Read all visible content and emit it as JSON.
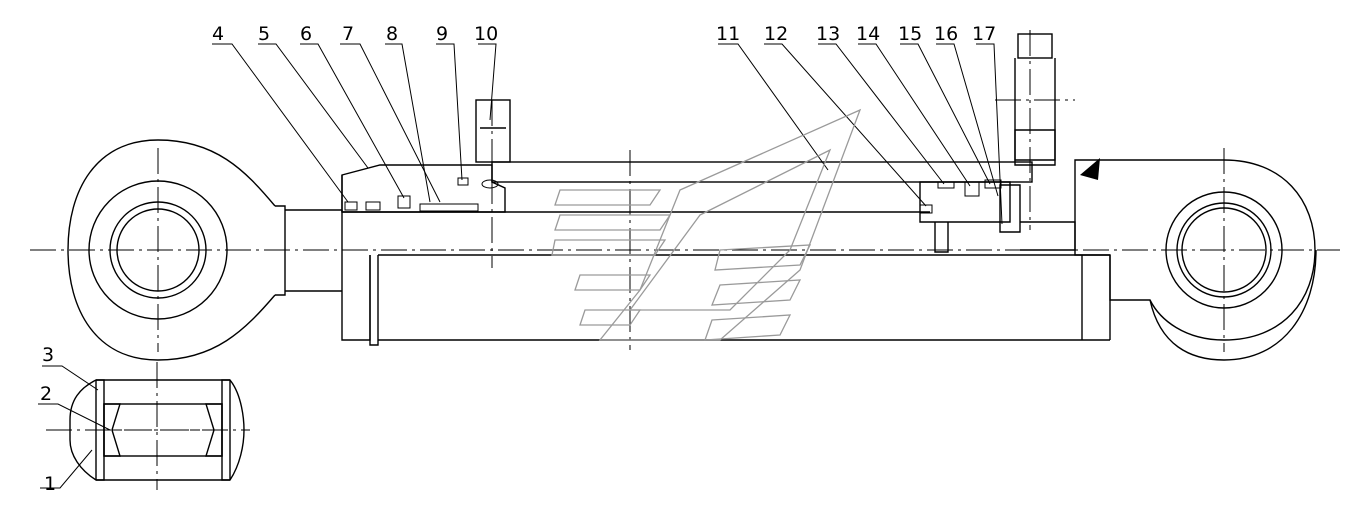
{
  "part_labels": [
    "1",
    "2",
    "3",
    "4",
    "5",
    "6",
    "7",
    "8",
    "9",
    "10",
    "11",
    "12",
    "13",
    "14",
    "15",
    "16",
    "17"
  ],
  "colors": {
    "line": "#000000",
    "background": "#ffffff",
    "watermark": "#9a9a9a"
  }
}
